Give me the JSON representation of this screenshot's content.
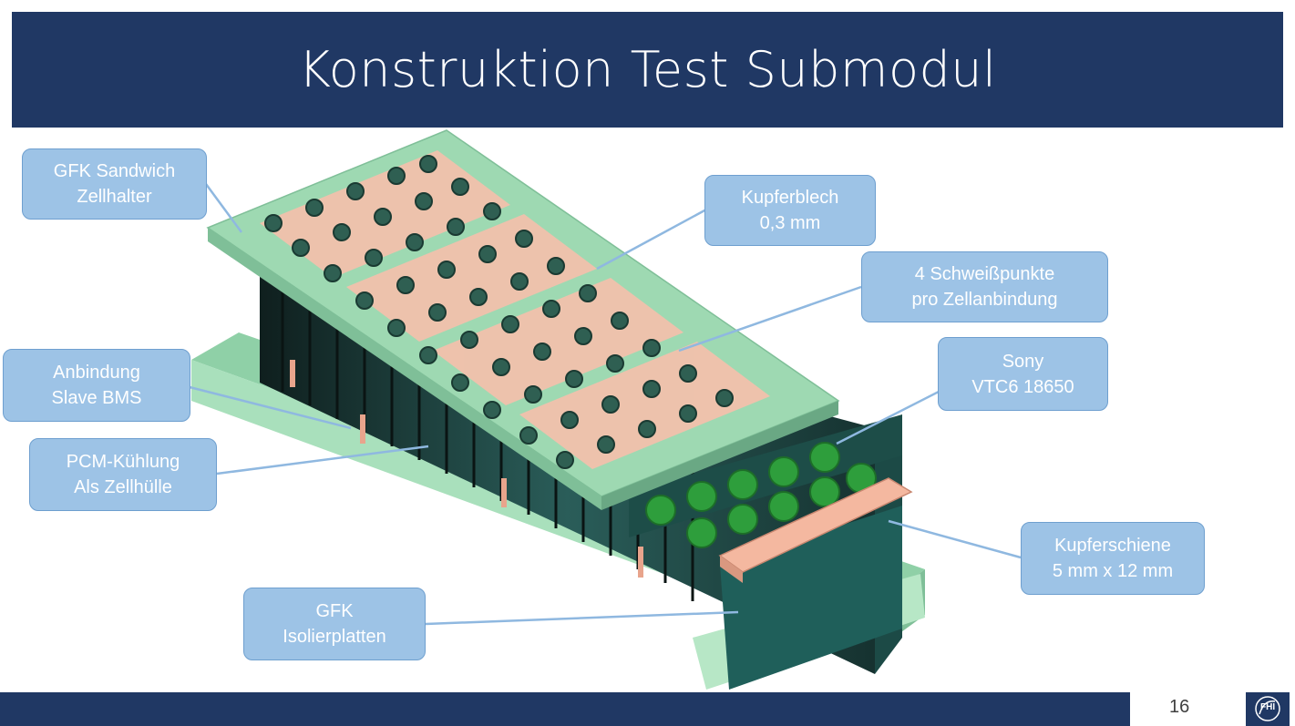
{
  "slide": {
    "title": "Konstruktion Test Submodul",
    "page_number": "16",
    "logo_text": "FHI"
  },
  "colors": {
    "header_bg": "#203864",
    "callout_bg": "#9dc3e6",
    "callout_text": "#ffffff",
    "gfk_plate": "#9ed9b2",
    "pcm_cell": "#1f5f5a",
    "copper": "#f4b8a0",
    "cell_top": "#2e9e3c"
  },
  "callouts": {
    "gfk_sandwich": {
      "line1": "GFK Sandwich",
      "line2": "Zellhalter"
    },
    "kupferblech": {
      "line1": "Kupferblech",
      "line2": "0,3 mm"
    },
    "schweisspunkte": {
      "line1": "4 Schweißpunkte",
      "line2": "pro Zellanbindung"
    },
    "anbindung": {
      "line1": "Anbindung",
      "line2": "Slave BMS"
    },
    "sony": {
      "line1": "Sony",
      "line2": "VTC6 18650"
    },
    "pcm": {
      "line1": "PCM-Kühlung",
      "line2": "Als Zellhülle"
    },
    "kupferschiene": {
      "line1": "Kupferschiene",
      "line2": "5 mm x 12 mm"
    },
    "gfk_isolier": {
      "line1": "GFK",
      "line2": "Isolierplatten"
    }
  }
}
